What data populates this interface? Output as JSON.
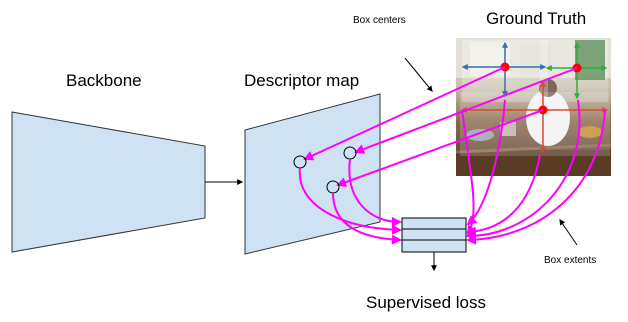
{
  "labels": {
    "ground_truth": "Ground Truth",
    "box_centers": "Box centers",
    "backbone": "Backbone",
    "descriptor_map": "Descriptor map",
    "box_extents": "Box extents",
    "supervised_loss": "Supervised loss"
  },
  "colors": {
    "block_fill": "#cfe2f3",
    "arrow_magenta": "#ff00ff",
    "center_dot": "#ff0000",
    "extent_blue": "#2f6fb8",
    "extent_green": "#2fae3a",
    "extent_red": "#d94a2c"
  },
  "icons": {
    "photo": "boat-kitchen-photo"
  }
}
